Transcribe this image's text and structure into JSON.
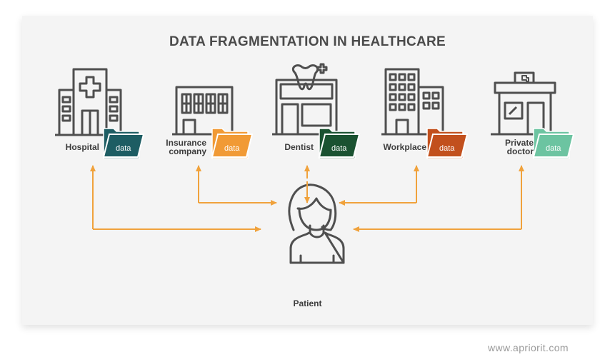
{
  "title": "DATA FRAGMENTATION IN HEALTHCARE",
  "nodes": [
    {
      "id": "hospital",
      "label_line1": "Hospital",
      "label_line2": "",
      "folder_label": "data",
      "folder_color": "#1d5d63"
    },
    {
      "id": "insurance",
      "label_line1": "Insurance",
      "label_line2": "company",
      "folder_label": "data",
      "folder_color": "#f19a35"
    },
    {
      "id": "dentist",
      "label_line1": "Dentist",
      "label_line2": "",
      "folder_label": "data",
      "folder_color": "#1a5231"
    },
    {
      "id": "workplace",
      "label_line1": "Workplace",
      "label_line2": "",
      "folder_label": "data",
      "folder_color": "#c2501d"
    },
    {
      "id": "private-doctor",
      "label_line1": "Private",
      "label_line2": "doctor",
      "folder_label": "data",
      "folder_color": "#6cc4a1"
    }
  ],
  "patient_label": "Patient",
  "arrow_color": "#f0a23c",
  "icon_color": "#4f4f4f",
  "watermark": "www.apriorit.com"
}
